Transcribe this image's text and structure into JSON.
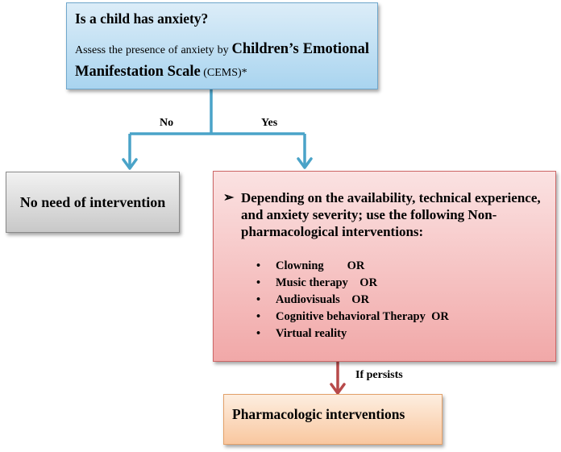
{
  "top_box": {
    "question": "Is a child has anxiety?",
    "desc_prefix": "Assess the presence of anxiety by ",
    "desc_bold": "Children’s Emotional Manifestation Scale",
    "desc_suffix": " (CEMS)*"
  },
  "labels": {
    "no": "No",
    "yes": "Yes",
    "if_persists": "If persists"
  },
  "no_box": {
    "text": "No need of intervention"
  },
  "yes_box": {
    "arrow_symbol": "➢",
    "lead": "Depending on the availability, technical experience, and anxiety severity; use the following Non-pharmacological interventions:",
    "bullet_symbol": "•",
    "items": [
      "Clowning        OR",
      "Music therapy    OR",
      "Audiovisuals    OR",
      "Cognitive behavioral Therapy  OR",
      "Virtual reality"
    ]
  },
  "pharma_box": {
    "text": "Pharmacologic interventions"
  },
  "colors": {
    "blue_connector": "#4aa3c8",
    "red_connector": "#b84a4a"
  }
}
